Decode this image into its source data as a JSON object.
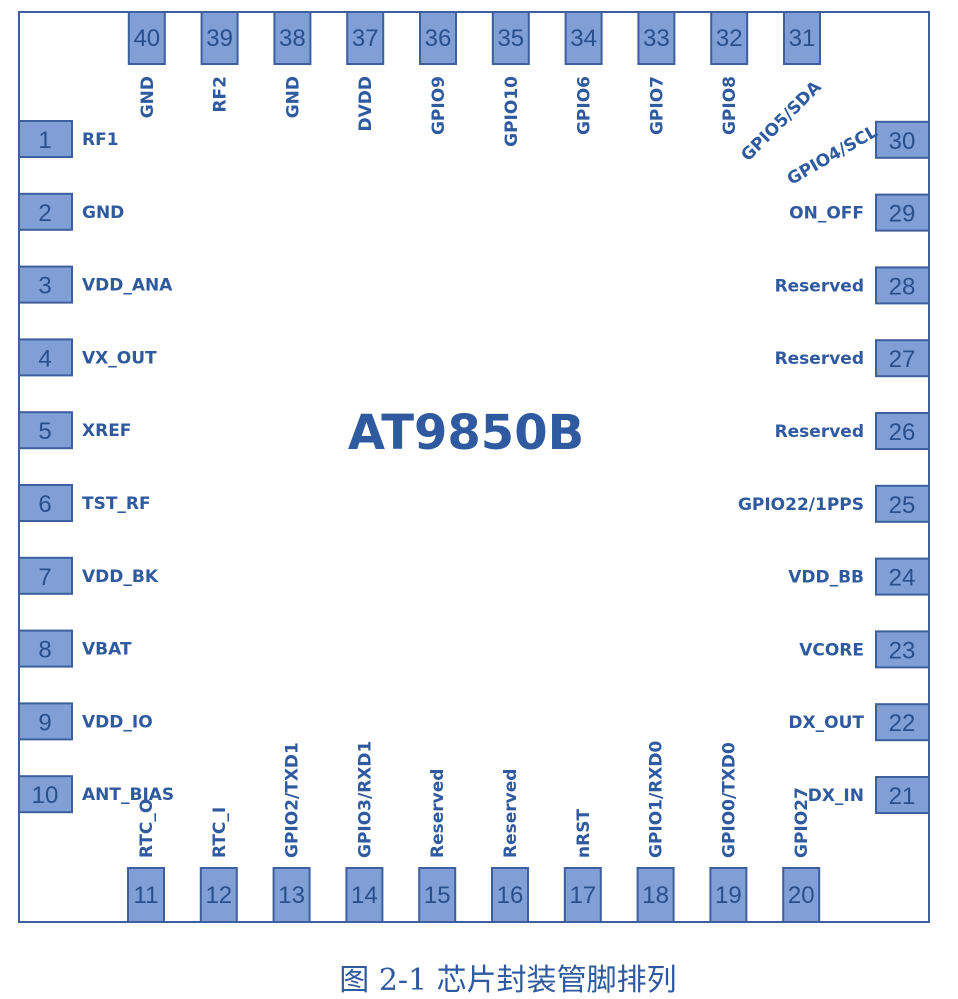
{
  "chip": {
    "name": "AT9850B",
    "accent_color": "#2f5aa0",
    "pin_fill_color": "#7f9fd6"
  },
  "pins": {
    "left": [
      {
        "num": "1",
        "label": "RF1"
      },
      {
        "num": "2",
        "label": "GND"
      },
      {
        "num": "3",
        "label": "VDD_ANA"
      },
      {
        "num": "4",
        "label": "VX_OUT"
      },
      {
        "num": "5",
        "label": "XREF"
      },
      {
        "num": "6",
        "label": "TST_RF"
      },
      {
        "num": "7",
        "label": "VDD_BK"
      },
      {
        "num": "8",
        "label": "VBAT"
      },
      {
        "num": "9",
        "label": "VDD_IO"
      },
      {
        "num": "10",
        "label": "ANT_BIAS"
      }
    ],
    "bottom": [
      {
        "num": "11",
        "label": "RTC_O"
      },
      {
        "num": "12",
        "label": "RTC_I"
      },
      {
        "num": "13",
        "label": "GPIO2/TXD1"
      },
      {
        "num": "14",
        "label": "GPIO3/RXD1"
      },
      {
        "num": "15",
        "label": "Reserved"
      },
      {
        "num": "16",
        "label": "Reserved"
      },
      {
        "num": "17",
        "label": "nRST"
      },
      {
        "num": "18",
        "label": "GPIO1/RXD0"
      },
      {
        "num": "19",
        "label": "GPIO0/TXD0"
      },
      {
        "num": "20",
        "label": "GPIO27"
      }
    ],
    "right": [
      {
        "num": "21",
        "label": "DX_IN"
      },
      {
        "num": "22",
        "label": "DX_OUT"
      },
      {
        "num": "23",
        "label": "VCORE"
      },
      {
        "num": "24",
        "label": "VDD_BB"
      },
      {
        "num": "25",
        "label": "GPIO22/1PPS"
      },
      {
        "num": "26",
        "label": "Reserved"
      },
      {
        "num": "27",
        "label": "Reserved"
      },
      {
        "num": "28",
        "label": "Reserved"
      },
      {
        "num": "29",
        "label": "ON_OFF"
      },
      {
        "num": "30",
        "label": "GPIO4/SCL"
      }
    ],
    "top": [
      {
        "num": "31",
        "label": "GPIO5/SDA"
      },
      {
        "num": "32",
        "label": "GPIO8"
      },
      {
        "num": "33",
        "label": "GPIO7"
      },
      {
        "num": "34",
        "label": "GPIO6"
      },
      {
        "num": "35",
        "label": "GPIO10"
      },
      {
        "num": "36",
        "label": "GPIO9"
      },
      {
        "num": "37",
        "label": "DVDD"
      },
      {
        "num": "38",
        "label": "GND"
      },
      {
        "num": "39",
        "label": "RF2"
      },
      {
        "num": "40",
        "label": "GND"
      }
    ]
  },
  "caption": "图 2-1 芯片封装管脚排列"
}
